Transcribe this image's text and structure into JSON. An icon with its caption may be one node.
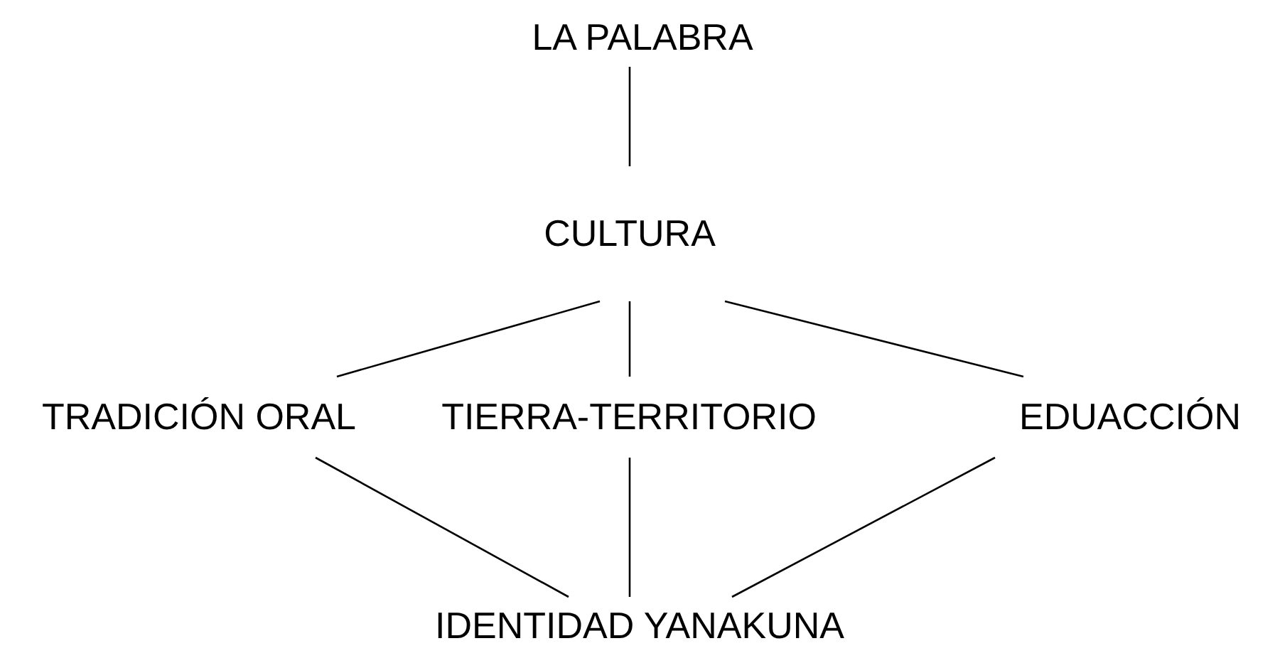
{
  "diagram": {
    "nodes": [
      {
        "text": [
          "LA PALABRA"
        ]
      },
      {
        "text": [
          "CULTURA"
        ]
      },
      {
        "text": [
          "TRADICIÓN ORAL"
        ]
      },
      {
        "text": [
          "TIERRA-TERRITORIO"
        ]
      },
      {
        "text": [
          "EDUACCIÓN"
        ]
      },
      {
        "text": [
          "IDENTIDAD YANAKUNA"
        ]
      }
    ],
    "edges": [
      {
        "from": 0,
        "to": 1,
        "arrow": "none"
      },
      {
        "from": 1,
        "to": 2,
        "arrow": "none"
      },
      {
        "from": 1,
        "to": 3,
        "arrow": "none"
      },
      {
        "from": 1,
        "to": 4,
        "arrow": "none"
      },
      {
        "from": 2,
        "to": 5,
        "arrow": "none"
      },
      {
        "from": 3,
        "to": 5,
        "arrow": "none"
      },
      {
        "from": 4,
        "to": 5,
        "arrow": "none"
      }
    ]
  }
}
